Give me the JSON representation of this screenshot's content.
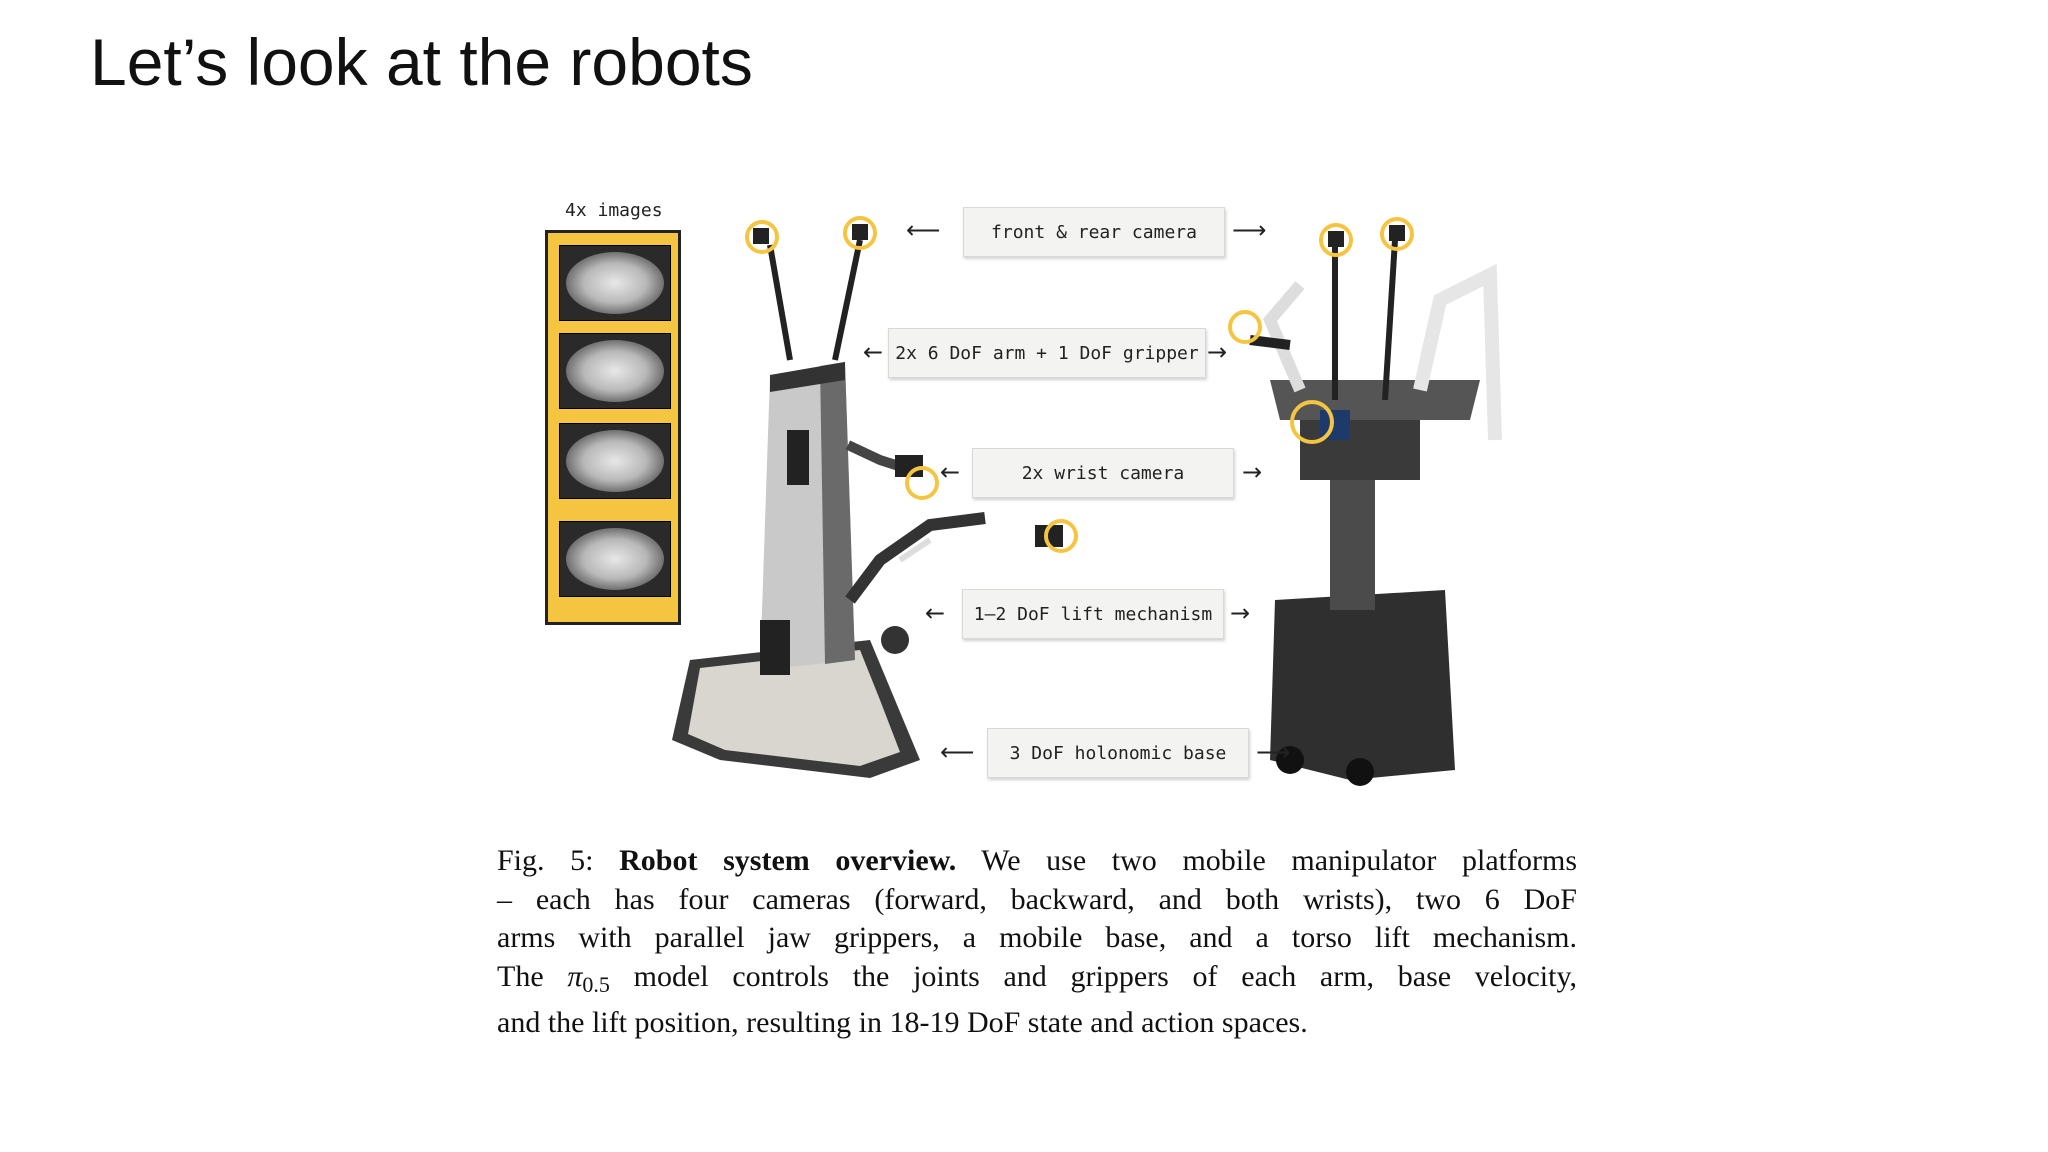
{
  "slide": {
    "title": "Let’s look at the robots"
  },
  "figure": {
    "images_label": "4x images",
    "labels": {
      "front_rear_camera": "front & rear camera",
      "arm_gripper": "2x 6 DoF arm + 1 DoF gripper",
      "wrist_camera": "2x wrist camera",
      "lift_mechanism": "1–2 DoF lift mechanism",
      "holonomic_base": "3 DoF holonomic base"
    },
    "arrow_left": "⟵",
    "arrow_right": "⟶",
    "arrow_left_short": "←",
    "arrow_right_short": "→"
  },
  "caption": {
    "prefix": "Fig. 5: ",
    "bold": "Robot system overview.",
    "line1_rest": " We use two mobile manipulator platforms",
    "line2": "– each has four cameras (forward, backward, and both wrists), two 6 DoF",
    "line3": "arms with parallel jaw grippers, a mobile base, and a torso lift mechanism.",
    "line4_a": "The ",
    "pi": "π",
    "pi_sub": "0.5",
    "line4_b": " model controls the joints and grippers of each arm, base velocity,",
    "line5": "and the lift position, resulting in 18-19 DoF state and action spaces."
  },
  "colors": {
    "camera_ring": "#f5c542",
    "strip_bg": "#f5c542"
  }
}
